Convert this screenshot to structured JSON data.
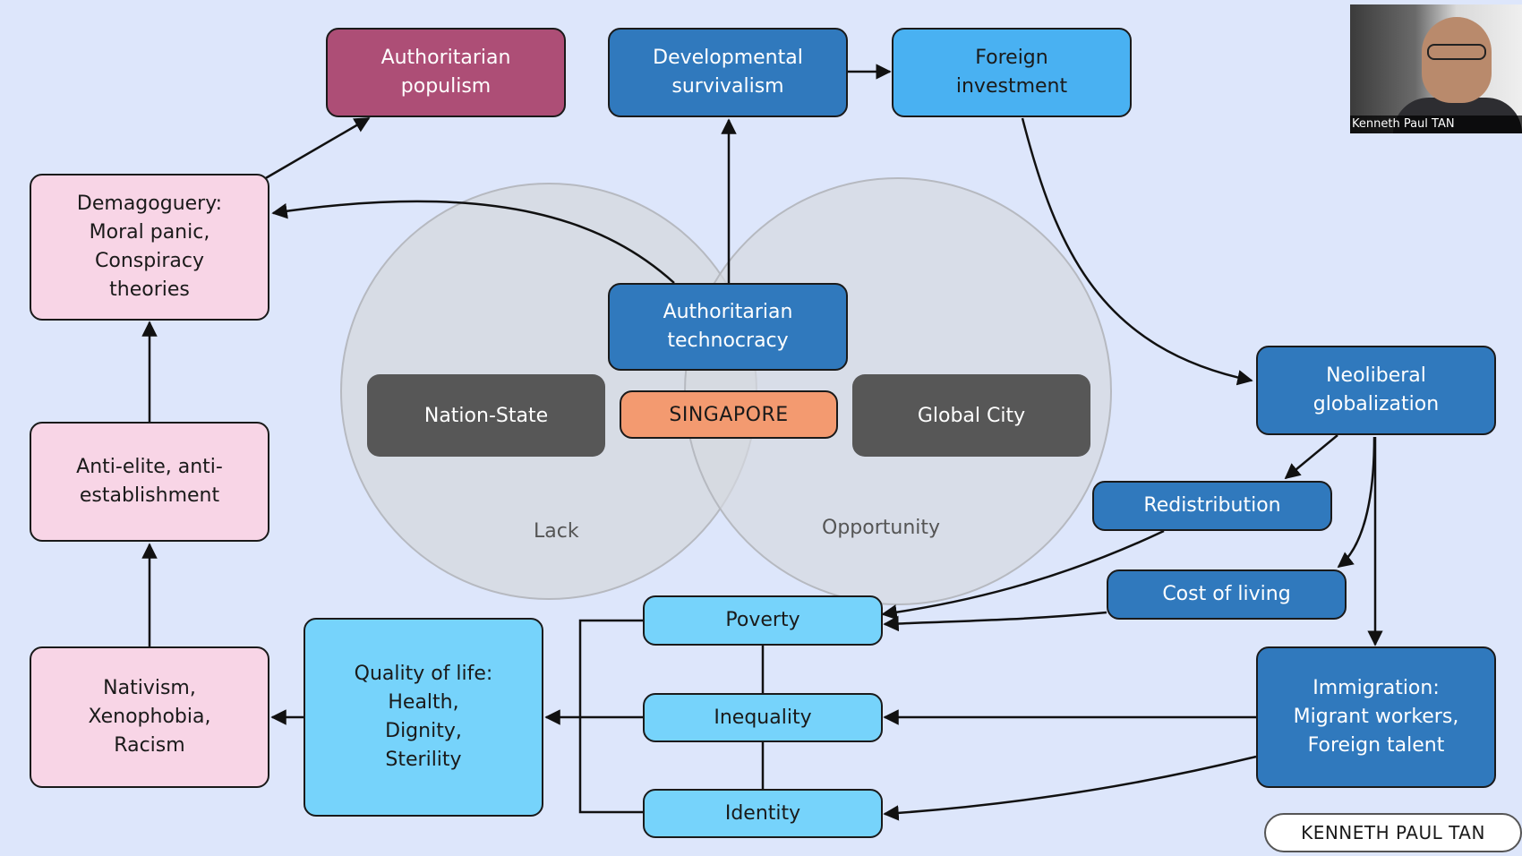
{
  "nodes": {
    "authoritarian_populism": "Authoritarian\npopulism",
    "developmental_survivalism": "Developmental\nsurvivalism",
    "foreign_investment": "Foreign\ninvestment",
    "demagoguery": "Demagoguery:\nMoral panic,\nConspiracy\ntheories",
    "authoritarian_technocracy": "Authoritarian\ntechnocracy",
    "nation_state": "Nation-State",
    "singapore": "SINGAPORE",
    "global_city": "Global City",
    "neoliberal_globalization": "Neoliberal\nglobalization",
    "anti_elite": "Anti-elite, anti-\nestablishment",
    "redistribution": "Redistribution",
    "cost_of_living": "Cost of living",
    "poverty": "Poverty",
    "inequality": "Inequality",
    "identity": "Identity",
    "quality_of_life": "Quality of life:\nHealth,\nDignity,\nSterility",
    "nativism": "Nativism,\nXenophobia,\nRacism",
    "immigration": "Immigration:\nMigrant workers,\nForeign talent"
  },
  "circles": {
    "left_label": "Lack",
    "right_label": "Opportunity"
  },
  "video": {
    "name": "Kenneth Paul TAN"
  },
  "credit": "KENNETH PAUL TAN",
  "colors": {
    "background": "#dde6fb",
    "pink": "#f8d5e6",
    "maroon": "#ad4e76",
    "dark_blue": "#3079bd",
    "light_blue": "#49b1f2",
    "pale_blue": "#76d3fb",
    "gray": "#575757",
    "orange": "#f39a70"
  }
}
